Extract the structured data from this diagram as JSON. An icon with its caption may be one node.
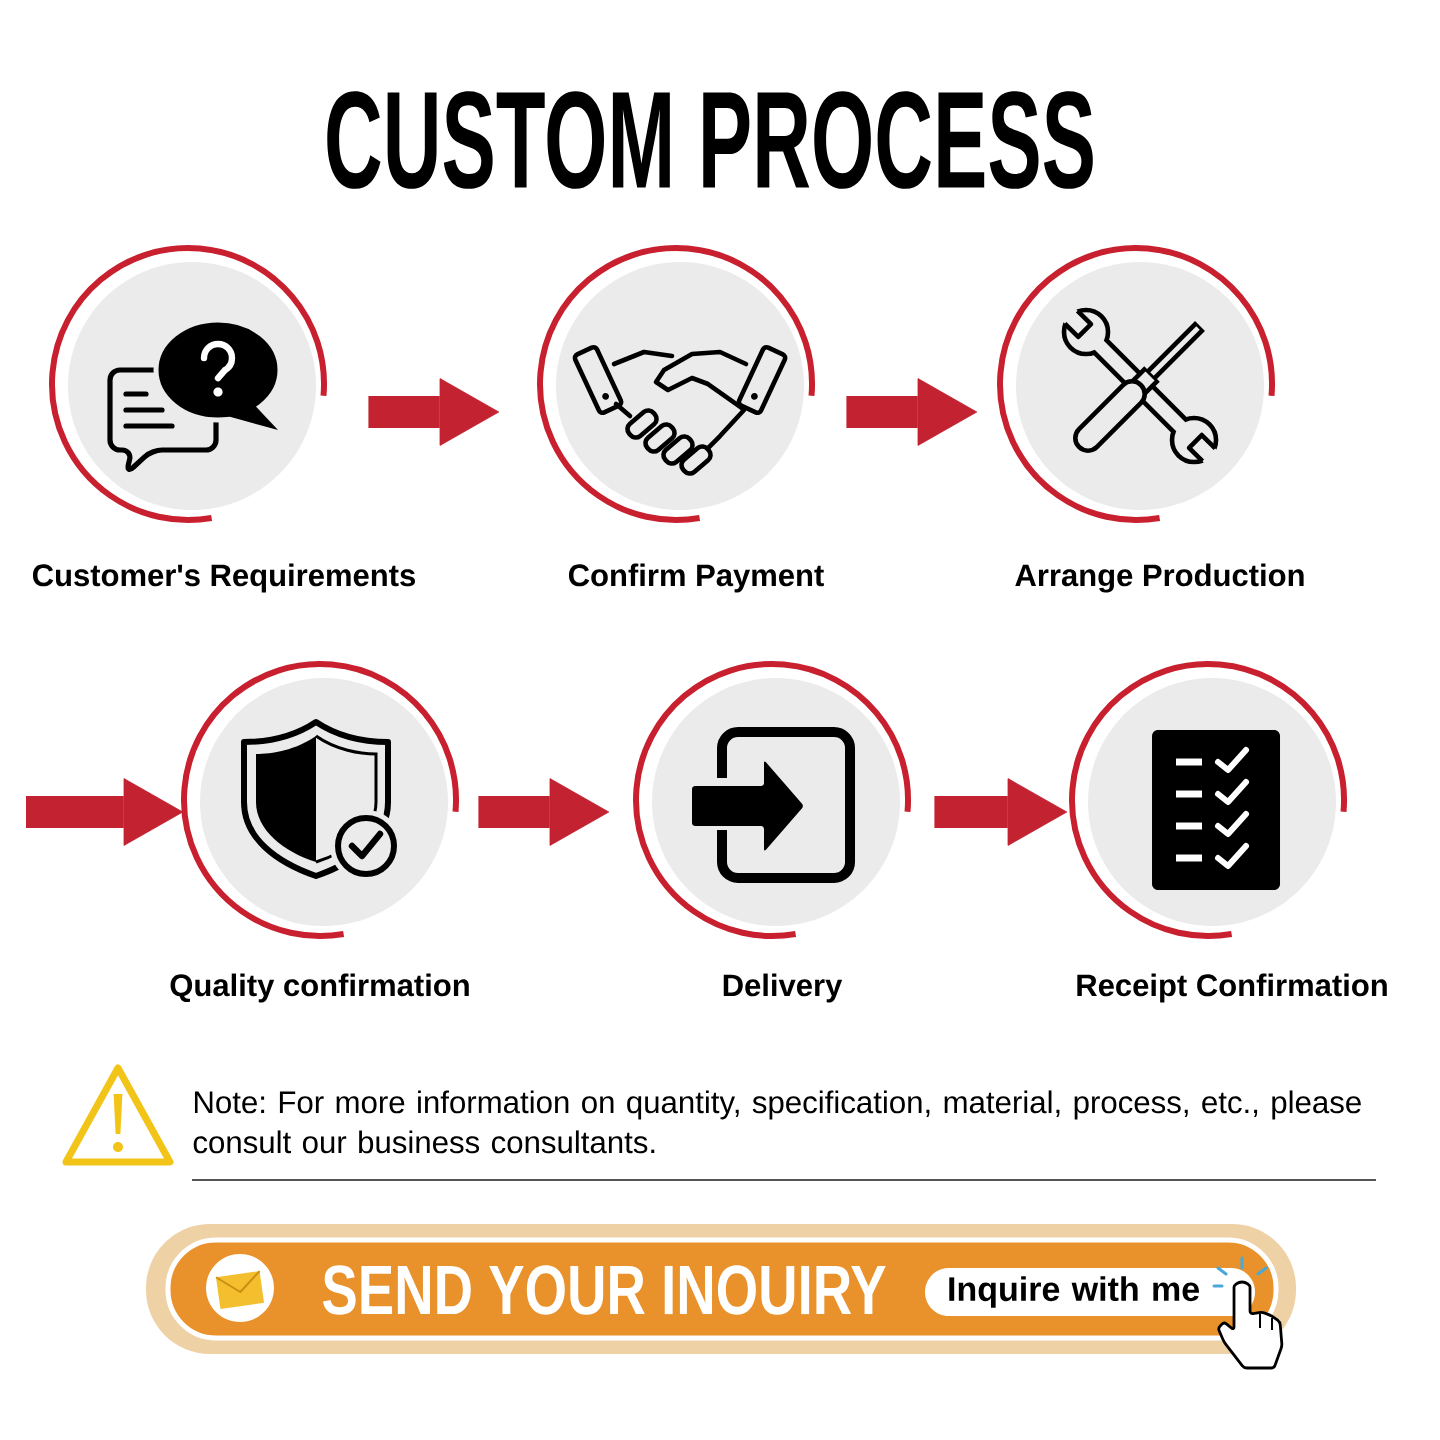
{
  "diagram": {
    "title": "CUSTOM PROCESS",
    "nodes": [
      {
        "text": [
          "Customer's Requirements"
        ]
      },
      {
        "text": [
          "Confirm Payment"
        ]
      },
      {
        "text": [
          "Arrange Production"
        ]
      },
      {
        "text": [
          "Quality confirmation"
        ]
      },
      {
        "text": [
          "Delivery"
        ]
      },
      {
        "text": [
          "Receipt Confirmation"
        ]
      },
      {
        "text": [
          "SEND YOUR INOUIRY"
        ]
      },
      {
        "text": [
          "Inquire with me"
        ],
        "in": 6
      }
    ],
    "edges": [
      {
        "from": 0,
        "to": 1,
        "arrow": "to"
      },
      {
        "from": 1,
        "to": 2,
        "arrow": "to"
      },
      {
        "from": null,
        "to": 3,
        "arrow": "to"
      },
      {
        "from": 3,
        "to": 4,
        "arrow": "to"
      },
      {
        "from": 4,
        "to": 5,
        "arrow": "to"
      }
    ],
    "labels": [
      "Note: For more information on quantity, specification, material, process, etc., please consult our business consultants."
    ]
  }
}
